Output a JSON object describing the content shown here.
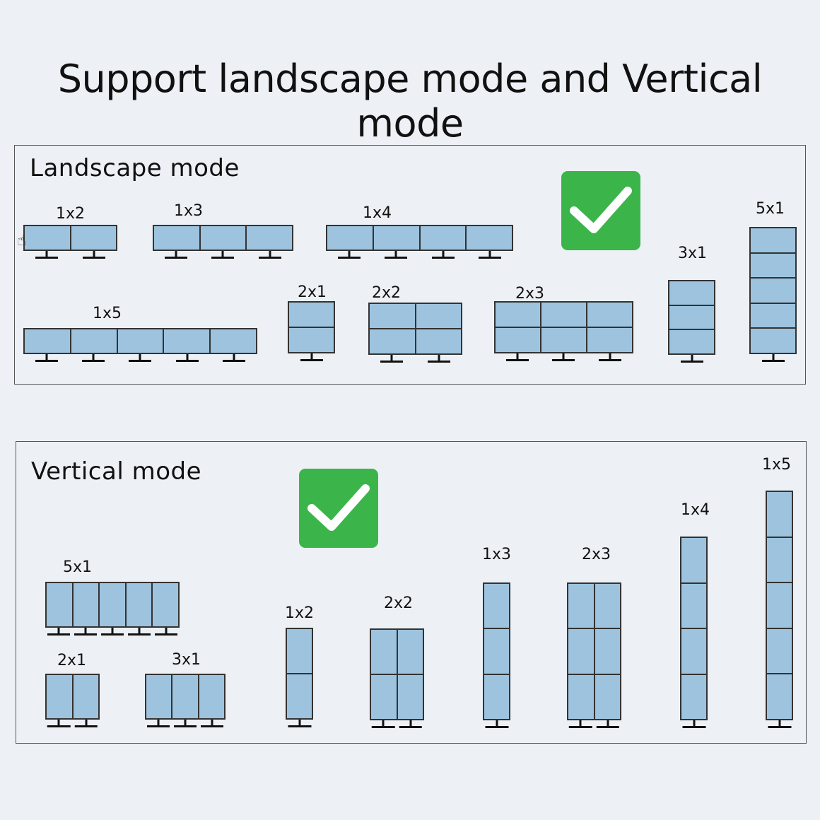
{
  "title": "Support landscape mode and Vertical mode",
  "colors": {
    "screen": "#9dc3de",
    "check": "#3bb54a",
    "background": "#edf1f5"
  },
  "icons": {
    "check": "checkmark-icon",
    "cursor": "hand-cursor-icon"
  },
  "landscape": {
    "title": "Landscape mode",
    "groups": [
      {
        "label": "1x2",
        "rows": 1,
        "cols": 2
      },
      {
        "label": "1x3",
        "rows": 1,
        "cols": 3
      },
      {
        "label": "1x4",
        "rows": 1,
        "cols": 4
      },
      {
        "label": "5x1",
        "rows": 5,
        "cols": 1
      },
      {
        "label": "3x1",
        "rows": 3,
        "cols": 1
      },
      {
        "label": "1x5",
        "rows": 1,
        "cols": 5
      },
      {
        "label": "2x1",
        "rows": 2,
        "cols": 1
      },
      {
        "label": "2x2",
        "rows": 2,
        "cols": 2
      },
      {
        "label": "2x3",
        "rows": 2,
        "cols": 3
      }
    ]
  },
  "vertical": {
    "title": "Vertical mode",
    "groups": [
      {
        "label": "5x1",
        "rows": 1,
        "cols": 5
      },
      {
        "label": "2x1",
        "rows": 1,
        "cols": 2
      },
      {
        "label": "3x1",
        "rows": 1,
        "cols": 3
      },
      {
        "label": "1x2",
        "rows": 2,
        "cols": 1
      },
      {
        "label": "2x2",
        "rows": 2,
        "cols": 2
      },
      {
        "label": "1x3",
        "rows": 3,
        "cols": 1
      },
      {
        "label": "2x3",
        "rows": 3,
        "cols": 2
      },
      {
        "label": "1x4",
        "rows": 4,
        "cols": 1
      },
      {
        "label": "1x5",
        "rows": 5,
        "cols": 1
      }
    ]
  }
}
